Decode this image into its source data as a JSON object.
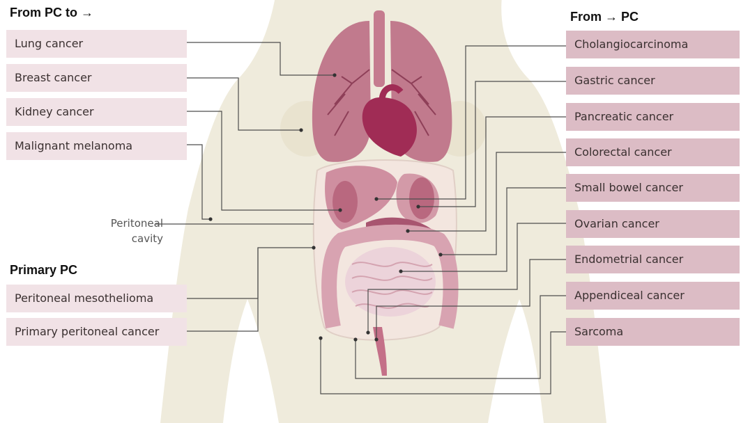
{
  "headings": {
    "from_pc_to": "From PC to →",
    "from_to_pc": "From → PC",
    "primary_pc": "Primary PC"
  },
  "from_pc_to": [
    "Lung cancer",
    "Breast cancer",
    "Kidney cancer",
    "Malignant melanoma"
  ],
  "from_to_pc": [
    "Cholangiocarcinoma",
    "Gastric cancer",
    "Pancreatic cancer",
    "Colorectal cancer",
    "Small bowel cancer",
    "Ovarian cancer",
    "Endometrial cancer",
    "Appendiceal cancer",
    "Sarcoma"
  ],
  "primary_pc": [
    "Peritoneal mesothelioma",
    "Primary peritoneal cancer"
  ],
  "anatomy_label": {
    "line1": "Peritoneal",
    "line2": "cavity"
  },
  "colors": {
    "body_silhouette": "#efebdc",
    "organ_dark": "#b9687f",
    "organ_mid": "#d39aa8",
    "organ_light": "#ecd3da",
    "heart": "#a02c55",
    "left_box": "#f1e2e6",
    "right_box": "#dcbcc5",
    "leader_line": "#4d4d4d"
  }
}
